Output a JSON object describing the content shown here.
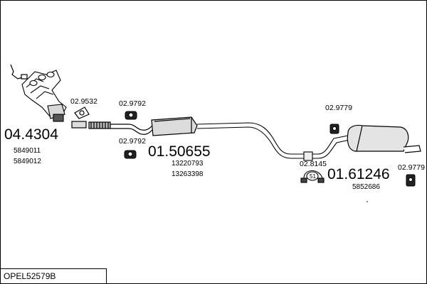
{
  "reference": "OPEL52579B",
  "parts": {
    "manifold": {
      "number": "04.4304",
      "refs": [
        "5849011",
        "5849012"
      ]
    },
    "front_pipe_gasket": {
      "number": "02.9532"
    },
    "mount_upper": {
      "number": "02.9792"
    },
    "mount_lower": {
      "number": "02.9792"
    },
    "middle_silencer": {
      "number": "01.50655",
      "refs": [
        "13220793",
        "13263398"
      ]
    },
    "clamp": {
      "number": "02.8145",
      "badge": "51"
    },
    "rear_mount_upper": {
      "number": "02.9779"
    },
    "rear_mount_lower": {
      "number": "02.9779"
    },
    "rear_silencer": {
      "number": "01.61246",
      "refs": [
        "5852686"
      ]
    }
  }
}
